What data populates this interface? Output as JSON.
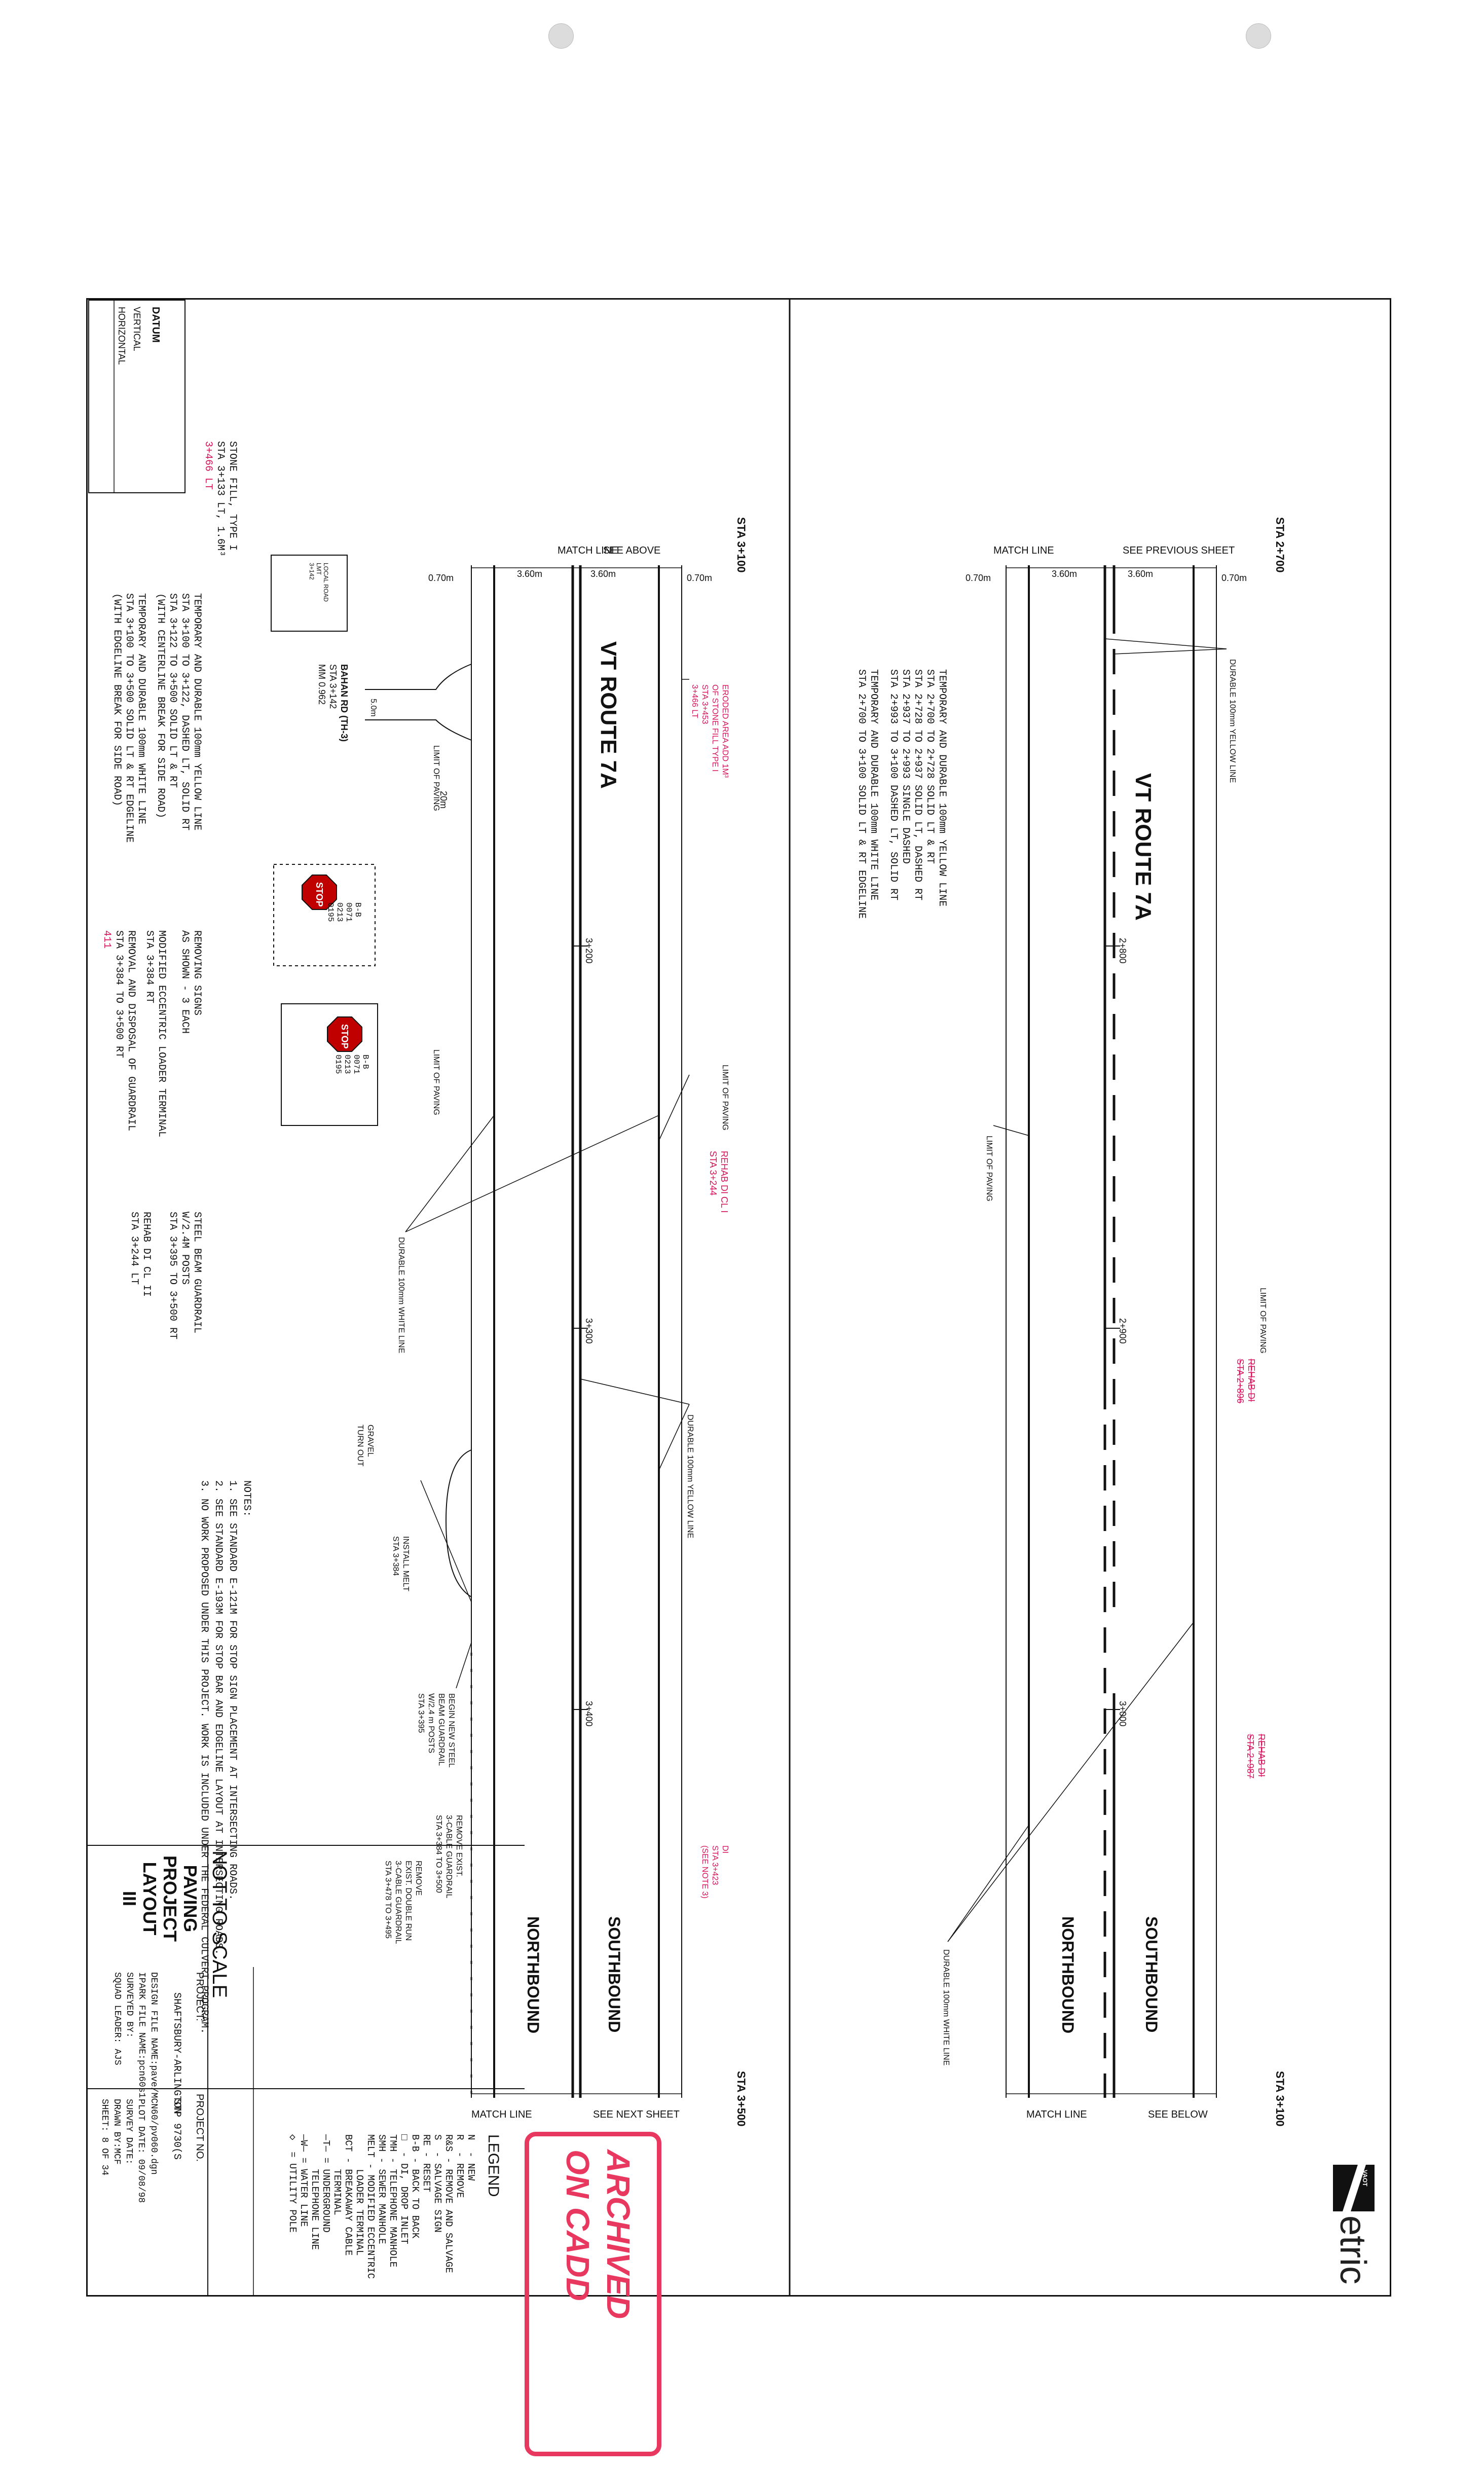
{
  "datum": {
    "title": "DATUM",
    "vertical": "VERTICAL",
    "horizontal": "HORIZONTAL"
  },
  "upper_plan": {
    "sta_start": "STA 3+100",
    "sta_end": "STA 3+500",
    "match_line_top": "MATCH LINE",
    "see_above": "SEE ABOVE",
    "match_line_bottom": "MATCH LINE",
    "see_next_sheet": "SEE NEXT SHEET",
    "offset_left": "0.70m",
    "lane_left": "3.60m",
    "lane_right": "3.60m",
    "offset_right": "0.70m",
    "route": "VT ROUTE 7A",
    "southbound": "SOUTHBOUND",
    "northbound": "NORTHBOUND",
    "sta_3200": "3+200",
    "sta_3300": "3+300",
    "sta_3400": "3+400",
    "stone_fill": [
      "STONE FILL, TYPE I",
      "STA 3+133 LT, 1.6M³"
    ],
    "stone_fill_red": "3+466 LT",
    "yellow_line_note": [
      "TEMPORARY AND DURABLE 100mm YELLOW LINE",
      "STA 3+100 TO 3+122, DASHED LT, SOLID RT",
      "STA 3+122 TO 3+500 SOLID LT & RT",
      "(WITH CENTERLINE BREAK FOR SIDE ROAD)"
    ],
    "white_line_note": [
      "TEMPORARY AND DURABLE 100mm WHITE LINE",
      "STA 3+100 TO 3+500 SOLID LT & RT EDGELINE",
      "(WITH EDGELINE BREAK FOR SIDE ROAD)"
    ],
    "removing_signs": [
      "REMOVING SIGNS",
      "AS SHOWN - 3 EACH"
    ],
    "eccentric_loader": [
      "MODIFIED ECCENTRIC LOADER TERMINAL",
      "STA 3+384 RT"
    ],
    "guardrail_removal": [
      "REMOVAL AND DISPOSAL OF GUARDRAIL",
      "STA 3+384 TO 3+500 RT"
    ],
    "guardrail_removal_red": "411",
    "steel_beam": [
      "STEEL BEAM GUARDRAIL",
      "W/2.4M POSTS",
      "STA 3+395 TO 3+500 RT"
    ],
    "rehab_di": [
      "REHAB DI CL II",
      "STA 3+244 LT"
    ],
    "bahan_rd": [
      "BAHAN RD (TH-3)",
      "STA 3+142",
      "MM 0.962"
    ],
    "sign_3142": "3+142",
    "limit_of_paving": "LIMIT OF PAVING",
    "dim_5m": "5.0m",
    "dim_20m": "20m",
    "durable_white": "DURABLE 100mm WHITE LINE",
    "durable_yellow": "DURABLE 100mm YELLOW LINE",
    "eroded_red": [
      "ERODED AREA ADD 1M³",
      "OF STONE FILL TYPE I",
      "STA 3+453",
      "3+466 LT"
    ],
    "rehab_di_red": [
      "REHAB DI CL I",
      "STA 3+244"
    ],
    "gravel_turnout": [
      "GRAVEL",
      "TURN OUT"
    ],
    "install_melt": [
      "INSTALL MELT",
      "STA 3+384"
    ],
    "begin_guardrail": [
      "BEGIN NEW STEEL",
      "BEAM GUARDRAIL",
      "W/2.4 m POSTS",
      "STA 3+395"
    ],
    "remove_exist": [
      "REMOVE EXIST.",
      "3-CABLE GUARDRAIL",
      "STA 3+384 TO 3+500"
    ],
    "remove_bcc": [
      "REMOVE",
      "EXIST. DOUBLE RUN",
      "3-CABLE GUARDRAIL",
      "STA 3+478 TO 3+495"
    ],
    "di_red": [
      "DI",
      "STA 3+423",
      "(SEE NOTE 3)"
    ]
  },
  "lower_plan": {
    "sta_start": "STA 2+700",
    "sta_end": "STA 3+100",
    "match_line_top": "MATCH LINE",
    "see_previous": "SEE PREVIOUS SHEET",
    "match_line_bottom": "MATCH LINE",
    "see_below": "SEE BELOW",
    "offset_left": "0.70m",
    "lane_left": "3.60m",
    "lane_right": "3.60m",
    "offset_right": "0.70m",
    "route": "VT ROUTE 7A",
    "southbound": "SOUTHBOUND",
    "northbound": "NORTHBOUND",
    "sta_2800": "2+800",
    "sta_2900": "2+900",
    "sta_3000": "3+000",
    "yellow_line_note": [
      "TEMPORARY AND DURABLE 100mm YELLOW LINE",
      "STA 2+700 TO 2+728 SOLID LT & RT",
      "STA 2+728 TO 2+937 SOLID LT, DASHED RT",
      "STA 2+937 TO 2+993 SINGLE DASHED",
      "STA 2+993 TO 3+100 DASHED LT, SOLID RT"
    ],
    "white_line_note": [
      "TEMPORARY AND DURABLE 100mm WHITE LINE",
      "STA 2+700 TO 3+100 SOLID LT & RT EDGELINE"
    ],
    "durable_yellow": "DURABLE 100mm YELLOW LINE",
    "durable_white": "DURABLE 100mm WHITE LINE",
    "limit_of_paving": "LIMIT OF PAVING",
    "rehab_red_1": [
      "REHAB DI",
      "STA 2+896"
    ],
    "rehab_red_2": [
      "REHAB DI",
      "STA 2+987"
    ]
  },
  "notes": {
    "title": "NOTES:",
    "items": [
      "1. SEE STANDARD E-121M FOR STOP SIGN PLACEMENT AT INTERSECTING ROADS.",
      "2. SEE STANDARD E-193M FOR STOP BAR AND EDGELINE LAYOUT AT INTERSECTING ROADS.",
      "3. NO WORK PROPOSED UNDER THIS PROJECT. WORK IS INCLUDED UNDER THE FEDERAL CULVERT PROGRAM."
    ]
  },
  "signs": {
    "stop": "STOP",
    "sign_label_1": [
      "B-B",
      "0071",
      "0213",
      "0195"
    ],
    "sign_label_2": [
      "B-B",
      "0071",
      "0213",
      "0195"
    ],
    "road_label": [
      "LOCAL ROAD",
      "LMT",
      "3+142"
    ]
  },
  "title_block": {
    "not_to_scale": "NOT TO SCALE",
    "title": [
      "PAVING",
      "PROJECT",
      "LAYOUT",
      "III"
    ],
    "project_label": "PROJECT:",
    "project_name": "SHAFTSBURY-ARLINGTON",
    "design_file": "DESIGN FILE NAME:pave/MCN60/pv060.dgn",
    "ipark_file": "IPARK FILE NAME:pcn60s1",
    "surveyed_by": "SURVEYED BY:",
    "squad_leader": "SQUAD LEADER: AJS",
    "project_no_label": "PROJECT NO.",
    "project_no": "STP 9730(S",
    "plot_date": "PLOT DATE: 09/08/98",
    "survey_date": "SURVEY DATE:",
    "drawn_by": "DRAWN BY:MCF",
    "sheet": "SHEET: 8 OF 34"
  },
  "legend": {
    "title": "LEGEND",
    "items": [
      "N  - NEW",
      "R  - REMOVE",
      "R&S - REMOVE AND SALVAGE",
      "S  - SALVAGE SIGN",
      "RE - RESET",
      "B-B - BACK TO BACK",
      "□  - DI, DROP INLET",
      "TMH - TELEPHONE MANHOLE",
      "SMH - SEWER MANHOLE",
      "MELT - MODIFIED ECCENTRIC",
      "      LOADER TERMINAL",
      "BCT - BREAKAWAY CABLE",
      "      TERMINAL",
      "—T— = UNDERGROUND",
      "      TELEPHONE LINE",
      "—W— = WATER LINE",
      "◇  = UTILITY POLE"
    ]
  },
  "stamp": [
    "ARCHIVED",
    "ON CADD"
  ],
  "logo": {
    "text": "etric",
    "small": "VAOT"
  },
  "colors": {
    "ink": "#111111",
    "red_markup": "#d4145a",
    "stamp": "#e8385f"
  }
}
